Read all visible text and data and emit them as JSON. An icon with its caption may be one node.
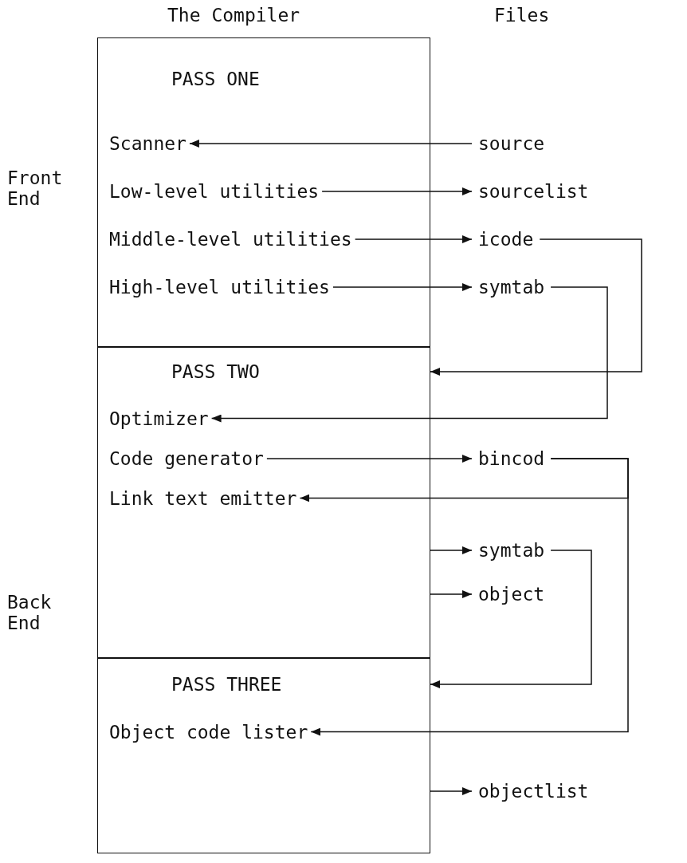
{
  "diagram": {
    "nodes": [
      {
        "text": [
          "PASS ONE"
        ],
        "beside": [
          "Front End"
        ]
      },
      {
        "text": [
          "Scanner"
        ],
        "in": 0
      },
      {
        "text": [
          "Low-level utilities"
        ],
        "in": 0
      },
      {
        "text": [
          "Middle-level utilities"
        ],
        "in": 0
      },
      {
        "text": [
          "High-level utilities"
        ],
        "in": 0
      },
      {
        "text": [
          "source"
        ]
      },
      {
        "text": [
          "sourcelist"
        ]
      },
      {
        "text": [
          "icode"
        ]
      },
      {
        "text": [
          "symtab"
        ]
      },
      {
        "text": [
          "PASS TWO"
        ],
        "beside": [
          "Back End"
        ]
      },
      {
        "text": [
          "Optimizer"
        ],
        "in": 9
      },
      {
        "text": [
          "Code generator"
        ],
        "in": 9
      },
      {
        "text": [
          "Link text emitter"
        ],
        "in": 9
      },
      {
        "text": [
          "bincod"
        ]
      },
      {
        "text": [
          "symtab"
        ]
      },
      {
        "text": [
          "object"
        ]
      },
      {
        "text": [
          "PASS THREE"
        ]
      },
      {
        "text": [
          "Object code lister"
        ],
        "in": 16
      },
      {
        "text": [
          "objectlist"
        ]
      }
    ],
    "edges": [
      {
        "from": 5,
        "to": 1,
        "arrow": "to"
      },
      {
        "from": 2,
        "to": 6,
        "arrow": "to"
      },
      {
        "from": 3,
        "to": 7,
        "arrow": "to"
      },
      {
        "from": 4,
        "to": 8,
        "arrow": "to"
      },
      {
        "from": 7,
        "to": 9,
        "arrow": "to"
      },
      {
        "from": 8,
        "to": 10,
        "arrow": "to"
      },
      {
        "from": 11,
        "to": 13,
        "arrow": "to"
      },
      {
        "from": 13,
        "to": 12,
        "arrow": "to"
      },
      {
        "from": 13,
        "to": 17,
        "arrow": "to"
      },
      {
        "from": 9,
        "to": 14,
        "arrow": "to"
      },
      {
        "from": 9,
        "to": 15,
        "arrow": "to"
      },
      {
        "from": 14,
        "to": 16,
        "arrow": "to"
      },
      {
        "from": 16,
        "to": 18,
        "arrow": "to"
      }
    ],
    "labels": [
      "The Compiler",
      "Files"
    ]
  }
}
